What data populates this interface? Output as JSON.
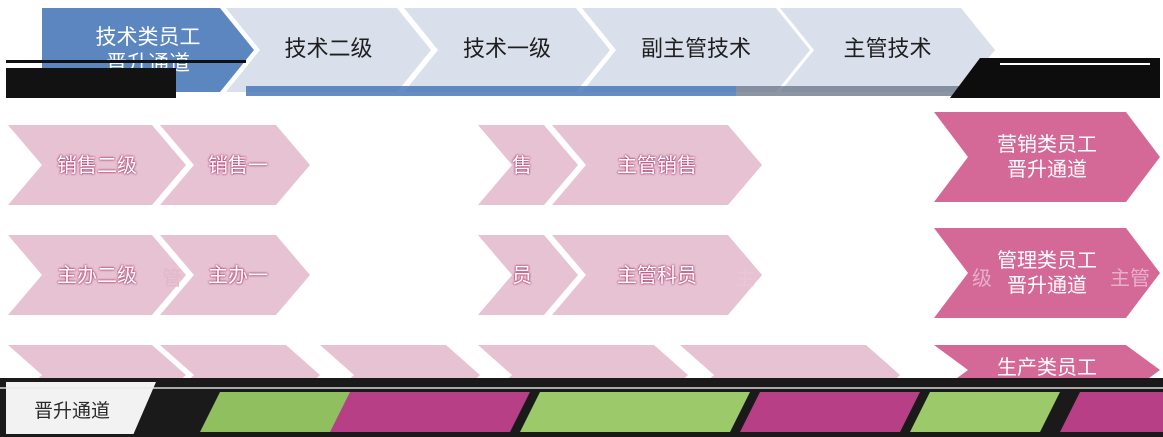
{
  "tech_track": {
    "head": [
      "技术类员工",
      "晋升通道"
    ],
    "steps": [
      "技术二级",
      "技术一级",
      "副主管技术",
      "主管技术"
    ]
  },
  "sales_track": {
    "head": [
      "营销类员工",
      "晋升通道"
    ],
    "steps": [
      "销售二级",
      "销售一",
      "售",
      "主管销售"
    ]
  },
  "admin_track": {
    "head": [
      "管理类员工",
      "晋升通道"
    ],
    "steps": [
      "主办二级",
      "主办一",
      "员",
      "主管科员"
    ],
    "ghosts": [
      "管",
      "主",
      "级",
      "主管"
    ]
  },
  "prod_track": {
    "head": [
      "生产类员工"
    ],
    "label": "晋升通道"
  },
  "colors": {
    "tech_pale": "#d9e0ec",
    "tech_head": "#5b86bf",
    "pink_pale": "#e7c2d2",
    "pink_head": "#d46896",
    "dark": "#111111",
    "green": "#8fbf5e"
  }
}
